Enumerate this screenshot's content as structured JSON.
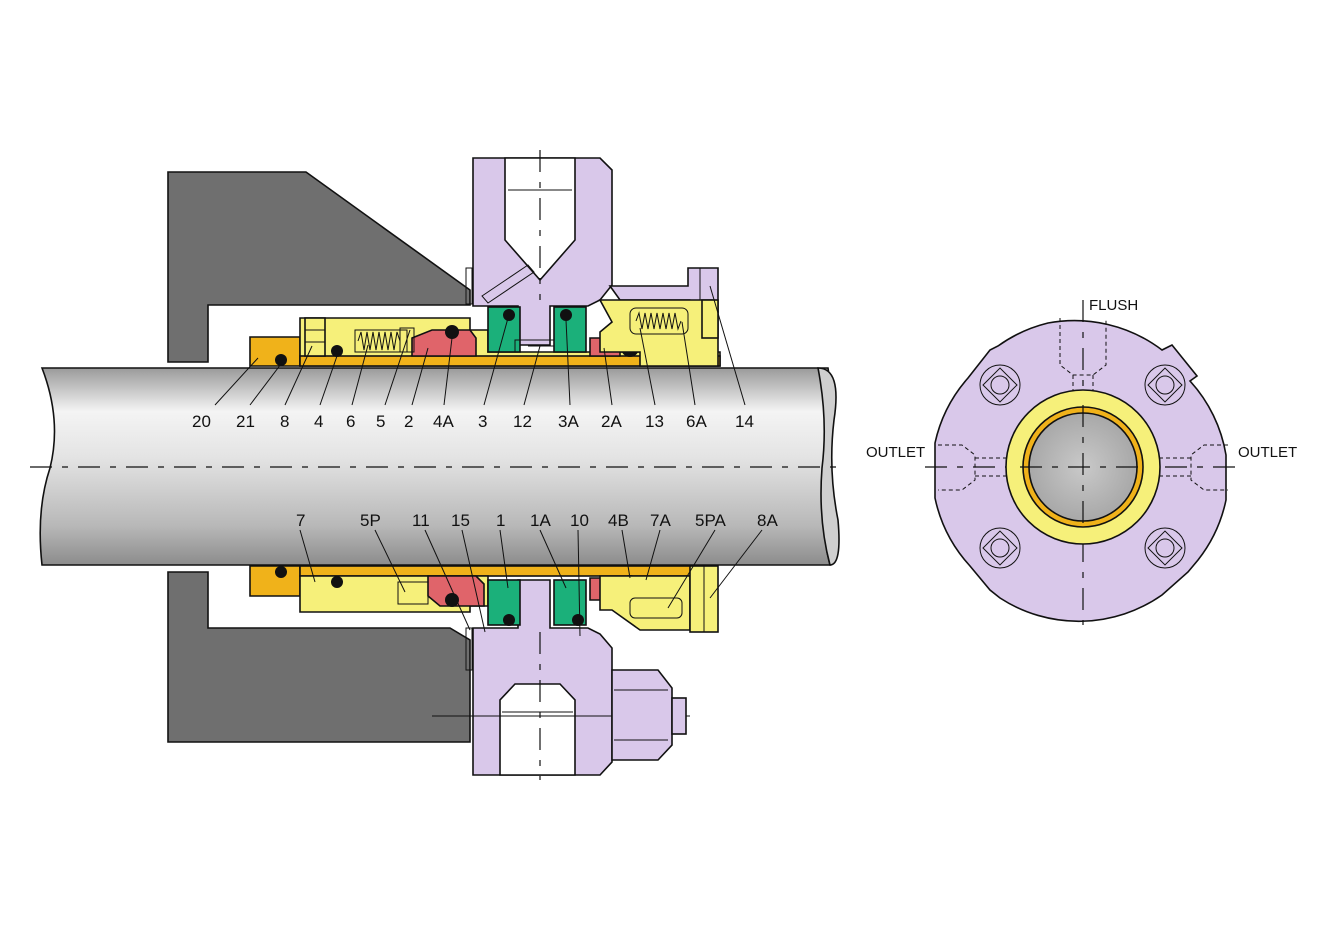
{
  "colors": {
    "housing": "#6f6f6f",
    "gland": "#d9c8ea",
    "sleeve": "#f6f07a",
    "collar": "#f0b21a",
    "face_ring": "#1bb07a",
    "rotating_ring": "#e0646a",
    "shaft_light": "#f3f3f3",
    "shaft_dark": "#9a9a9a"
  },
  "callouts_top": [
    "20",
    "21",
    "8",
    "4",
    "6",
    "5",
    "2",
    "4A",
    "3",
    "12",
    "3A",
    "2A",
    "13",
    "6A",
    "14"
  ],
  "callouts_bottom": [
    "7",
    "5P",
    "11",
    "15",
    "1",
    "1A",
    "10",
    "4B",
    "7A",
    "5PA",
    "8A"
  ],
  "ports": {
    "flush": "FLUSH",
    "outlet_left": "OUTLET",
    "outlet_right": "OUTLET"
  }
}
